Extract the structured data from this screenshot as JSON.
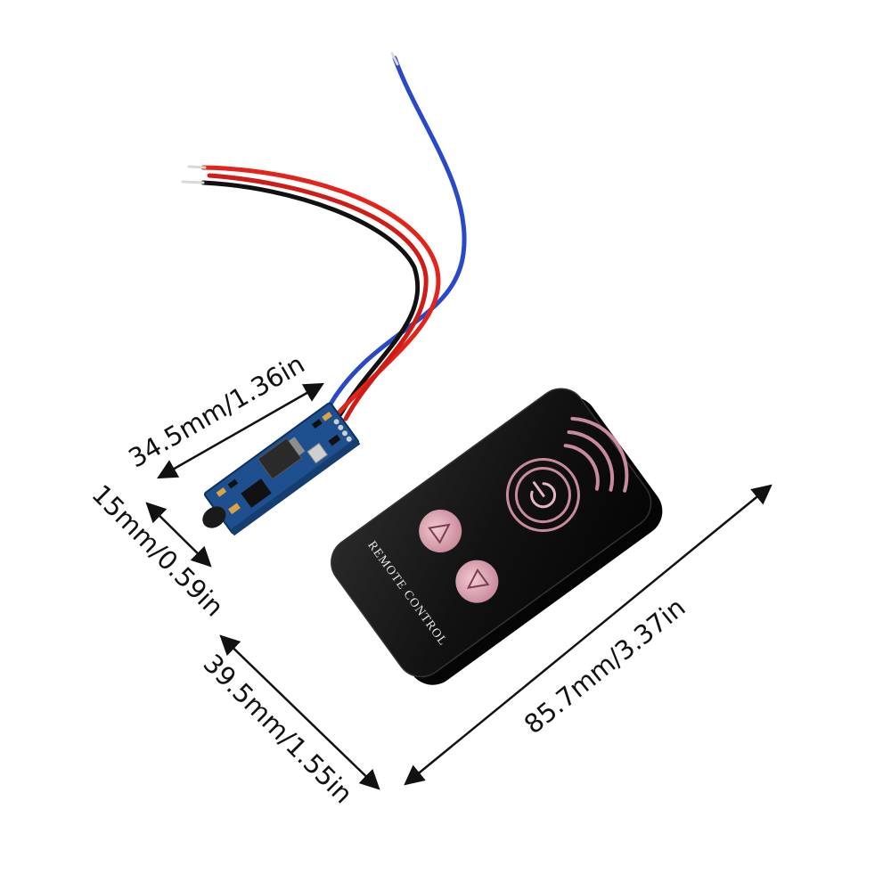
{
  "product": {
    "remote_label": "REMOTE CONTROL",
    "colors": {
      "remote_body": "#141414",
      "button_pink": "#d9a6b4",
      "pcb_blue": "#1e4f8f",
      "wire_red": "#e4231b",
      "wire_blue": "#2a49c9",
      "wire_black": "#111111"
    },
    "icons": [
      "power-icon",
      "triangle-up-icon",
      "triangle-down-icon",
      "signal-arcs-icon"
    ]
  },
  "dimensions": {
    "module_length": "34.5mm/1.36in",
    "module_height": "15mm/0.59in",
    "remote_width": "39.5mm/1.55in",
    "remote_length": "85.7mm/3.37in"
  }
}
